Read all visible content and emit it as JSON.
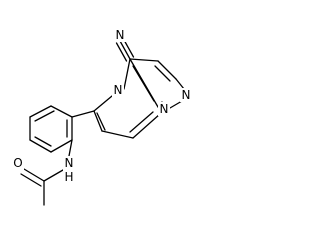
{
  "structure": {
    "atoms": [
      {
        "id": "N_nitrile",
        "label": "N"
      },
      {
        "id": "N_pyrazole",
        "label": "N"
      },
      {
        "id": "N_bridge",
        "label": "N"
      },
      {
        "id": "N_pyrimidine",
        "label": "N"
      },
      {
        "id": "N_amide",
        "label": "N",
        "h_label": "H"
      },
      {
        "id": "O_carbonyl",
        "label": "O"
      }
    ]
  },
  "colors": {
    "bond": "#000000",
    "background": "#ffffff"
  }
}
